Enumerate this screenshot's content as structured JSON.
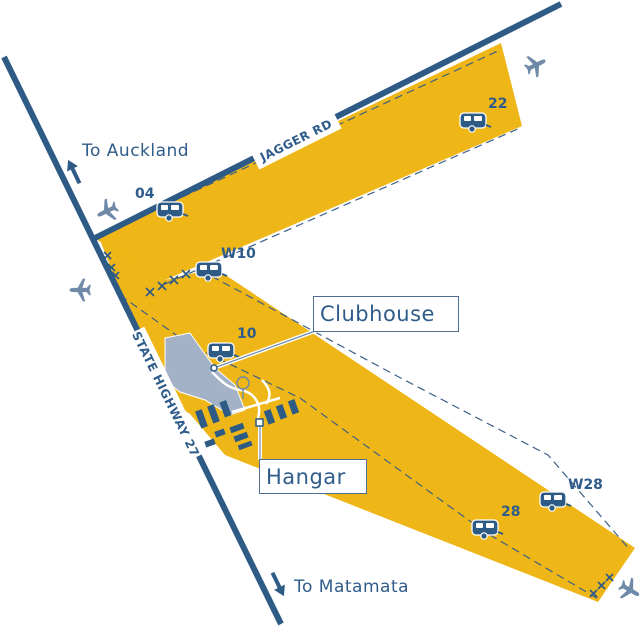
{
  "map": {
    "roads": {
      "jagger_rd": "JAGGER RD",
      "state_highway": "STATE HIGHWAY 27"
    },
    "directions": {
      "north": "To Auckland",
      "south": "To Matamata"
    },
    "runway_ends": {
      "r04": "04",
      "r22": "22",
      "w10": "W10",
      "r10": "10",
      "r28": "28",
      "w28": "W28"
    },
    "callouts": {
      "clubhouse": "Clubhouse",
      "hangar": "Hangar"
    },
    "icons": [
      "airplane-icon",
      "caravan-icon",
      "direction-arrow-icon",
      "windsock-icon"
    ],
    "colors": {
      "runway": "#eeb717",
      "road": "#2e5a86",
      "text": "#2f5c8a",
      "buildings": "#2e5a86",
      "apron": "#a3b2c6",
      "background": "#ffffff"
    }
  }
}
